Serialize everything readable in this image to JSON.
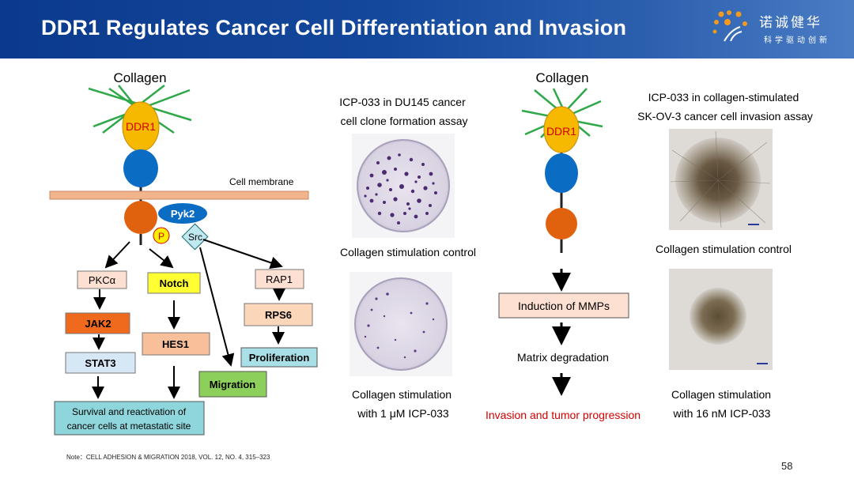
{
  "header": {
    "title": "DDR1 Regulates Cancer Cell Differentiation and Invasion"
  },
  "brand": {
    "name": "诺诚健华",
    "slogan": "科学驱动创新"
  },
  "left_pathway": {
    "collagen": "Collagen",
    "ddr1": "DDR1",
    "cell_membrane": "Cell membrane",
    "pyk2": "Pyk2",
    "p": "P",
    "src": "Src",
    "pkc": "PKCα",
    "notch": "Notch",
    "rap1": "RAP1",
    "jak2": "JAK2",
    "rps6": "RPS6",
    "hes1": "HES1",
    "stat3": "STAT3",
    "proliferation": "Proliferation",
    "migration": "Migration",
    "survival_line1": "Survival and reactivation of",
    "survival_line2": "cancer cells at metastatic site"
  },
  "clone_assay": {
    "title_line1": "ICP-033 in DU145 cancer",
    "title_line2": "cell clone formation assay",
    "control_label": "Collagen stimulation control",
    "treated_line1": "Collagen stimulation",
    "treated_line2": "with 1 μM ICP-033"
  },
  "right_pathway": {
    "collagen": "Collagen",
    "ddr1": "DDR1",
    "mmps": "Induction of MMPs",
    "matrix": "Matrix degradation",
    "invasion": "Invasion and tumor progression"
  },
  "invasion_assay": {
    "title_line1": "ICP-033 in collagen-stimulated",
    "title_line2": "SK-OV-3 cancer cell invasion assay",
    "control_label": "Collagen stimulation control",
    "treated_line1": "Collagen stimulation",
    "treated_line2": "with 16 nM ICP-033"
  },
  "footer": {
    "note": "Note：CELL ADHESION & MIGRATION 2018, VOL. 12, NO. 4, 315–323",
    "page": "58"
  },
  "colors": {
    "header_blue": "#0b3a8c",
    "ddr1_yellow": "#f7b800",
    "ddr1_blue": "#0b6cc4",
    "membrane": "#f2b48a",
    "kinase_orange": "#e0620f",
    "invasion_red": "#d40000"
  }
}
